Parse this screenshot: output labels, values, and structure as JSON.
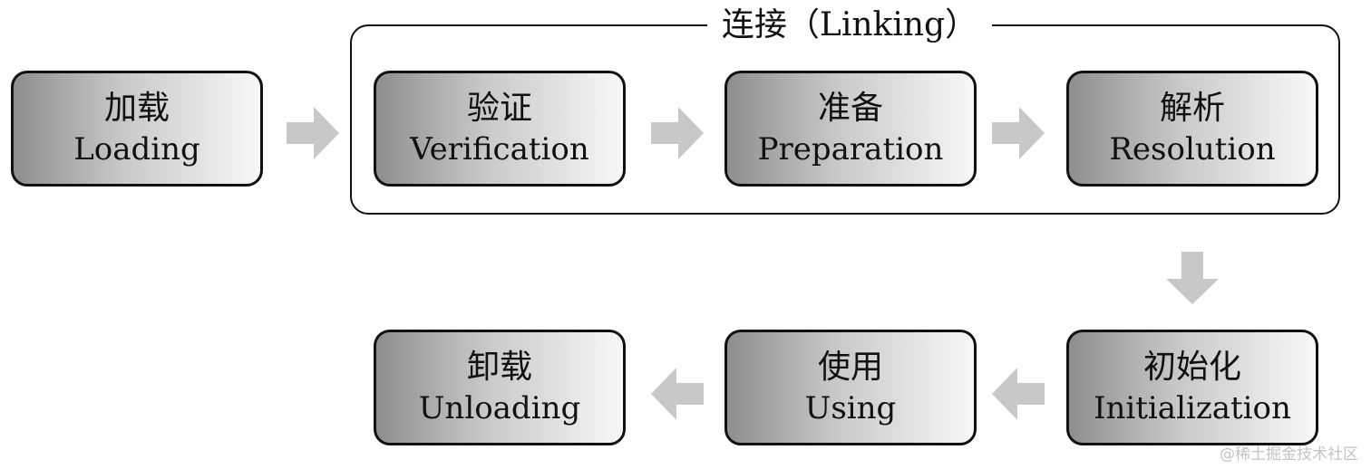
{
  "group": {
    "title": "连接（Linking）"
  },
  "stages": {
    "loading": {
      "zh": "加载",
      "en": "Loading"
    },
    "verification": {
      "zh": "验证",
      "en": "Verification"
    },
    "preparation": {
      "zh": "准备",
      "en": "Preparation"
    },
    "resolution": {
      "zh": "解析",
      "en": "Resolution"
    },
    "initialization": {
      "zh": "初始化",
      "en": "Initialization"
    },
    "using": {
      "zh": "使用",
      "en": "Using"
    },
    "unloading": {
      "zh": "卸载",
      "en": "Unloading"
    }
  },
  "watermark": "@稀土掘金技术社区",
  "colors": {
    "arrow": "#c8c8c8",
    "border": "#111111",
    "box_dark": "#8e8e8e",
    "box_light": "#f7f7f7"
  }
}
